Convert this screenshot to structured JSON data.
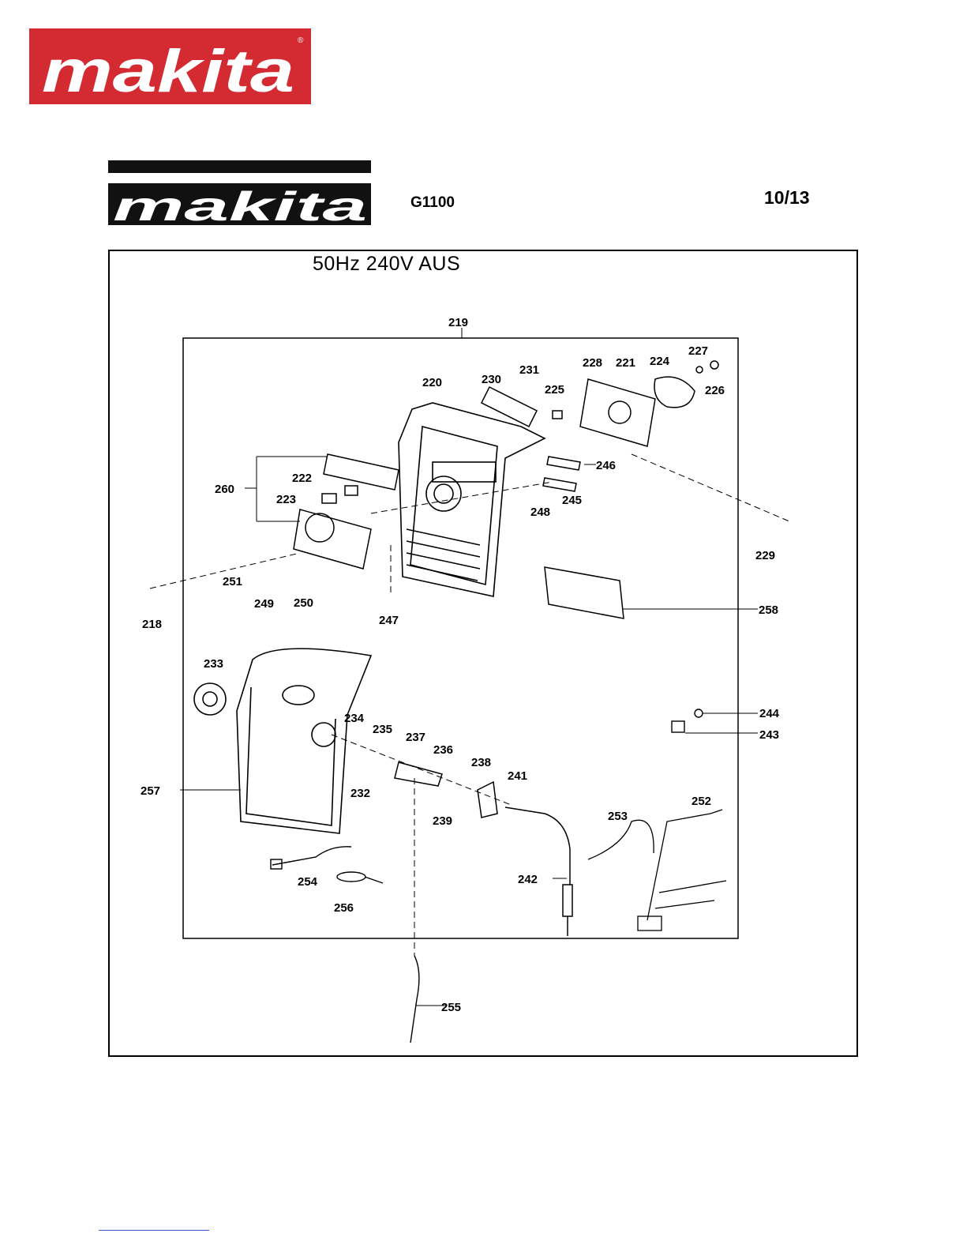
{
  "header": {
    "brand": "makita",
    "brand_small": "makita",
    "model": "G1100",
    "page_number": "10/13"
  },
  "diagram": {
    "variant_title": "50Hz 240V AUS",
    "part_numbers": [
      "219",
      "220",
      "230",
      "231",
      "225",
      "228",
      "221",
      "224",
      "227",
      "226",
      "260",
      "222",
      "223",
      "246",
      "245",
      "248",
      "229",
      "251",
      "249",
      "250",
      "218",
      "247",
      "258",
      "233",
      "234",
      "235",
      "237",
      "236",
      "238",
      "241",
      "244",
      "243",
      "257",
      "232",
      "239",
      "252",
      "253",
      "242",
      "254",
      "256",
      "255"
    ]
  },
  "colors": {
    "brand_red": "#d42a32",
    "frame": "#000000"
  }
}
